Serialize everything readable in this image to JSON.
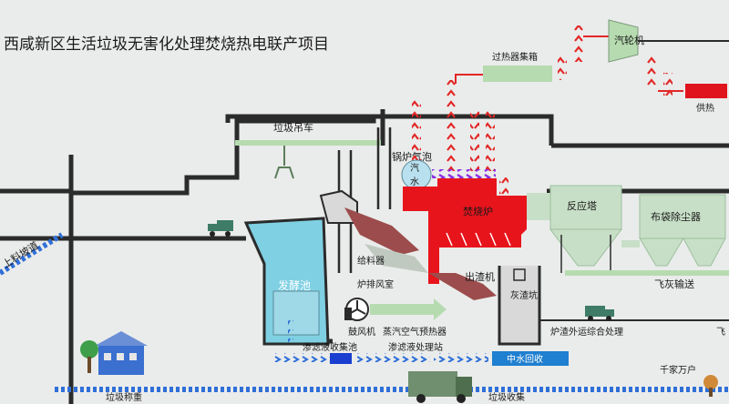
{
  "title": "西咸新区生活垃圾无害化处理焚烧热电联产项目",
  "labels": {
    "superheater_header": "过热器集箱",
    "turbine": "汽轮机",
    "heat_supply": "供热",
    "crane": "垃圾吊车",
    "boiler_drum": "锅炉气泡",
    "steam": "汽",
    "water": "水",
    "incinerator": "焚烧炉",
    "reaction_tower": "反应塔",
    "bag_filter": "布袋除尘器",
    "fly_ash": "飞灰输送",
    "fly_ash_cut": "飞",
    "ramp": "上料坡道",
    "feeder": "给料器",
    "furnace_air": "炉排风室",
    "fermentation_pool": "发酵池",
    "slag_extractor": "出渣机",
    "ash_pit": "灰渣坑",
    "blower": "鼓风机",
    "air_preheater": "蒸汽空气预热器",
    "slag_transport": "炉渣外运综合处理",
    "leachate_tank": "渗滤液收集池",
    "leachate_station": "渗滤液处理站",
    "reclaimed_water": "中水回收",
    "households": "千家万户",
    "weighbridge": "垃圾称重",
    "collection": "垃圾收集"
  },
  "colors": {
    "background": "#eaeceb",
    "structure": "#2b2b2b",
    "incinerator": "#e8141c",
    "steam_arrow": "#e32626",
    "flue_arrow": "#8a2be2",
    "flue_duct": "#c7dfc7",
    "pool_water": "#7fd0e2",
    "leachate_arrow": "#2f6fd8",
    "slag": "#9c4c4c",
    "pipe_green": "#b6dbb0",
    "reclaimed_water_box": "#1f7fd0",
    "heat_supply_box": "#e0141c"
  },
  "icons": [
    "truck-icon",
    "fan-icon",
    "garbage-truck-icon",
    "house-icon",
    "tree-icon",
    "crane-grab-icon"
  ]
}
